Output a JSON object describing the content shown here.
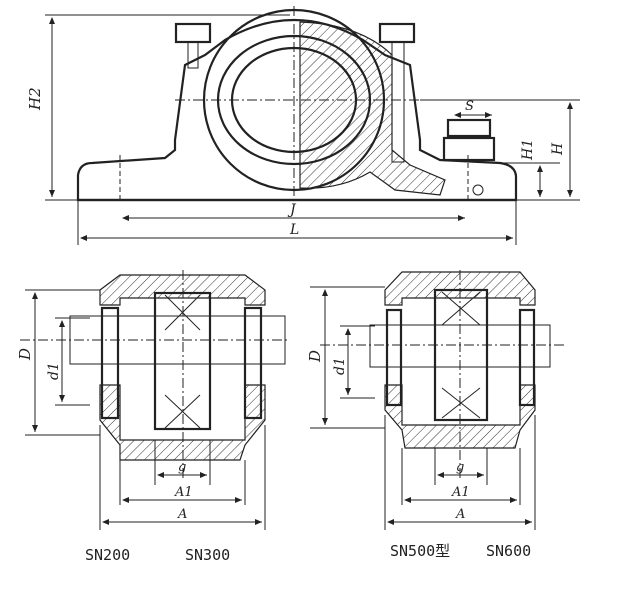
{
  "top_view": {
    "labels": {
      "h2": "H2",
      "s": "S",
      "h1": "H1",
      "h": "H",
      "j": "J",
      "l": "L"
    }
  },
  "left_view": {
    "labels": {
      "d_outer": "D",
      "d1": "d1",
      "g": "g",
      "a1": "A1",
      "a": "A"
    },
    "caption_a": "SN200",
    "caption_b": "SN300"
  },
  "right_view": {
    "labels": {
      "d_outer": "D",
      "d1": "d1",
      "g": "g",
      "a1": "A1",
      "a": "A"
    },
    "caption_a": "SN500型",
    "caption_b": "SN600"
  }
}
